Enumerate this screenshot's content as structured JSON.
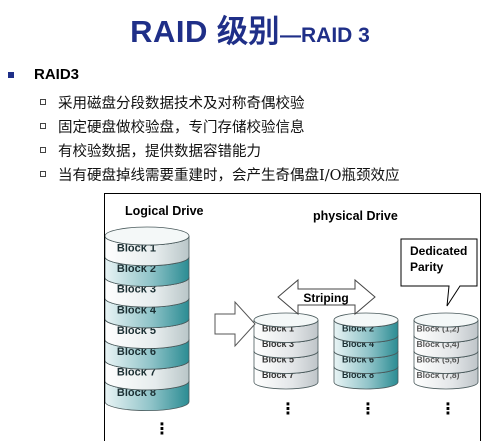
{
  "title": {
    "main": "RAID 级别",
    "sub": "—RAID 3"
  },
  "bullet": {
    "label": "RAID3"
  },
  "points": [
    "采用磁盘分段数据技术及对称奇偶校验",
    "固定硬盘做校验盘，专门存储校验信息",
    "有校验数据，提供数据容错能力",
    "当有硬盘掉线需要重建时，会产生奇偶盘I/O瓶颈效应"
  ],
  "diagram": {
    "logical_label": "Logical Drive",
    "physical_label": "physical Drive",
    "striping_label": "Striping",
    "parity_label_line1": "Dedicated",
    "parity_label_line2": "Parity",
    "logical_blocks": [
      "Block 1",
      "Block 2",
      "Block 3",
      "Block 4",
      "Block 5",
      "Block 6",
      "Block 7",
      "Block 8"
    ],
    "disk1_blocks": [
      "Block 1",
      "Block 3",
      "Block 5",
      "Block 7"
    ],
    "disk2_blocks": [
      "Block 2",
      "Block 4",
      "Block 6",
      "Block 8"
    ],
    "parity_blocks": [
      "Block (1,2)",
      "Block (3,4)",
      "Block (5,6)",
      "Block (7,8)"
    ],
    "continuation_mark": "⋮",
    "colors": {
      "title": "#1f2f88",
      "teal": "#2b8c93",
      "light_teal": "#cfe7ea",
      "grey_disk": "#d9dde0"
    }
  }
}
